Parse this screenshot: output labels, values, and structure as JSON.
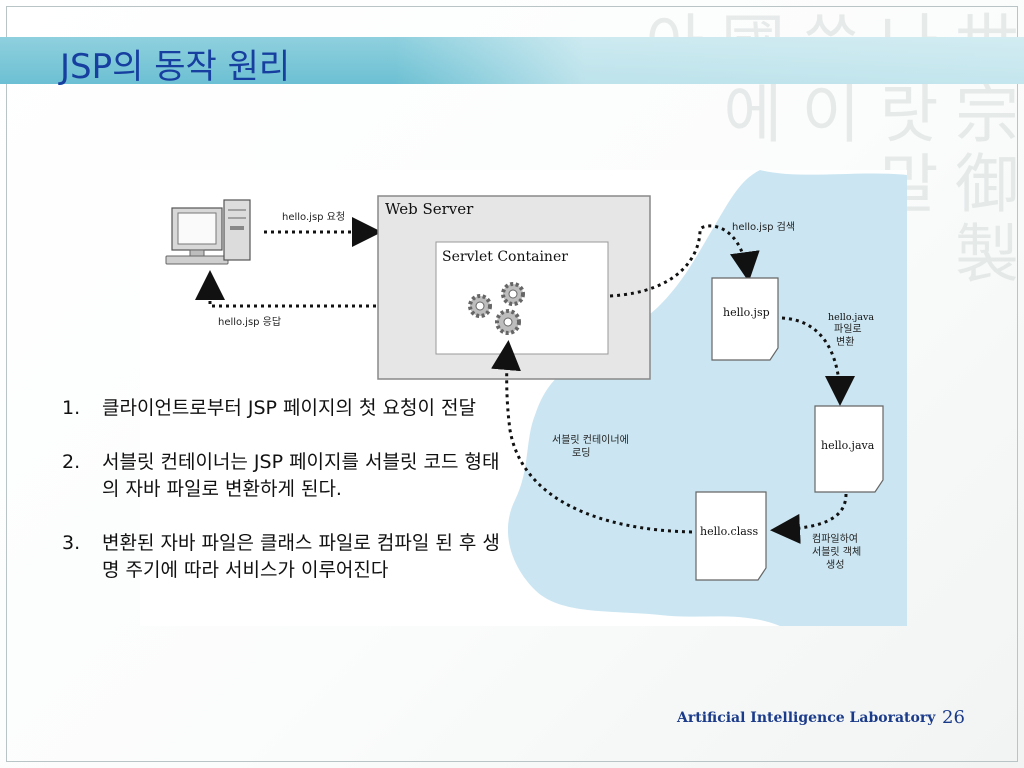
{
  "slide": {
    "title": "JSP의 동작 원리",
    "background_glyphs": "世宗御製 나랏말 씀이 中國에 달아",
    "steps": [
      {
        "num": "1.",
        "text": "클라이언트로부터 JSP 페이지의 첫 요청이 전달"
      },
      {
        "num": "2.",
        "text": "서블릿 컨테이너는 JSP 페이지를 서블릿 코드 형태의 자바 파일로 변환하게 된다."
      },
      {
        "num": "3.",
        "text": "변환된 자바 파일은 클래스 파일로 컴파일 된 후 생명 주기에 따라 서비스가 이루어진다"
      }
    ],
    "footer": {
      "lab": "Artificial Intelligence Laboratory",
      "page": "26"
    },
    "colors": {
      "title": "#163fa0",
      "title_bar": "#7cc8da",
      "cloud": "#cbe6f2",
      "footer": "#1a3a8a"
    }
  },
  "diagram": {
    "request_label": "hello.jsp 요청",
    "response_label": "hello.jsp 응답",
    "web_server": "Web Server",
    "servlet_container": "Servlet Container",
    "search_label": "hello.jsp 검색",
    "convert_label_1": "hello.java",
    "convert_label_2": "파일로",
    "convert_label_3": "변환",
    "compile_label_1": "컴파일하여",
    "compile_label_2": "서블릿 객체",
    "compile_label_3": "생성",
    "load_label_1": "서블릿 컨테이너에",
    "load_label_2": "로딩",
    "file_jsp": "hello.jsp",
    "file_java": "hello.java",
    "file_class": "hello.class",
    "icons": [
      "computer-icon",
      "gear-icon",
      "document-icon"
    ]
  }
}
